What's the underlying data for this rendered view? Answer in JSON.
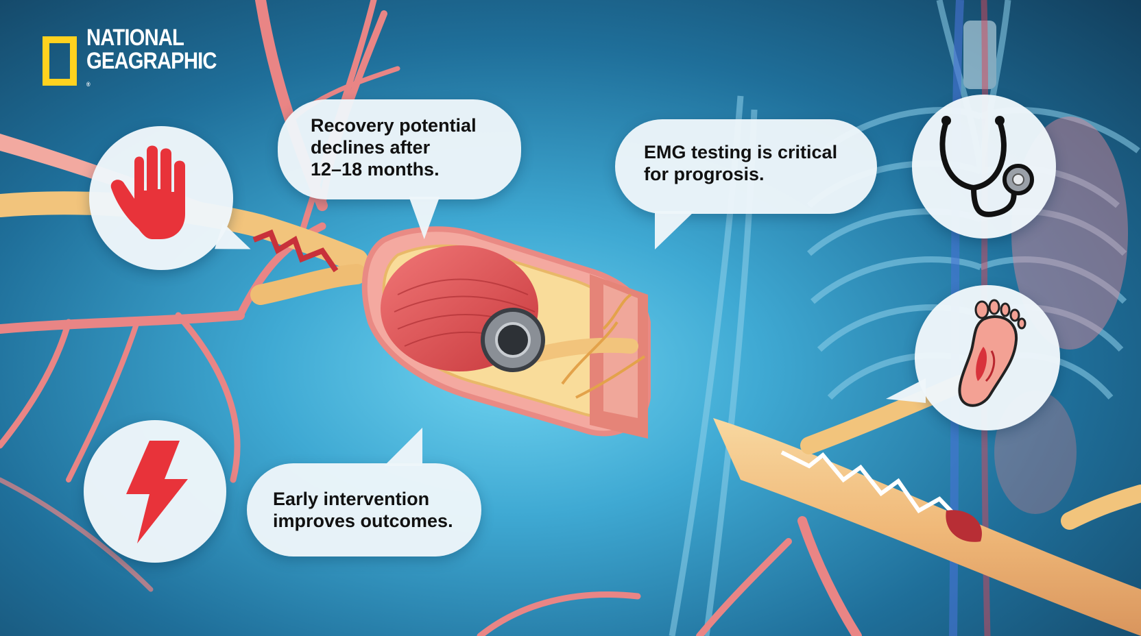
{
  "brand": {
    "line1": "NATIONAL",
    "line2": "GEAGRAPHIC",
    "reg_mark": "®",
    "frame_color": "#ffd21f"
  },
  "callouts": {
    "recovery": "Recovery potential\ndeclines after\n12–18 months.",
    "emg": "EMG testing is critical\nfor progrosis.",
    "early": "Early intervention\nimproves outcomes."
  },
  "icons": {
    "hand": "stop-hand-icon",
    "bolt": "lightning-bolt-icon",
    "stethoscope": "stethoscope-icon",
    "foot": "foot-icon"
  },
  "colors": {
    "bubble": "#eef6fa",
    "alert_red": "#e8333a",
    "nerve": "#f3c684",
    "vessel": "#e77c7c"
  }
}
